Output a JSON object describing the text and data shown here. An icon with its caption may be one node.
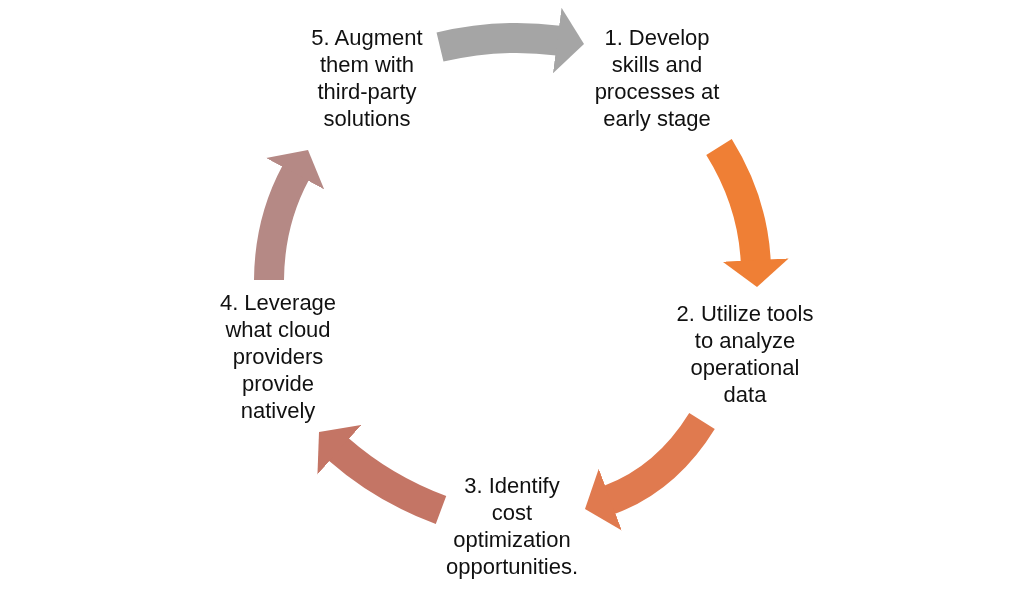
{
  "diagram": {
    "nodes": [
      {
        "text": [
          "1. Develop skills and processes at early stage"
        ]
      },
      {
        "text": [
          "2. Utilize tools to analyze operational data"
        ]
      },
      {
        "text": [
          "3. Identify cost optimization opportunities."
        ]
      },
      {
        "text": [
          "4. Leverage what cloud providers provide natively"
        ]
      },
      {
        "text": [
          "5. Augment them with third-party solutions"
        ]
      }
    ],
    "edges": [
      {
        "from": 4,
        "to": 0,
        "arrow": "to",
        "color": "#a5a5a5"
      },
      {
        "from": 0,
        "to": 1,
        "arrow": "to",
        "color": "#ef7f35"
      },
      {
        "from": 1,
        "to": 2,
        "arrow": "to",
        "color": "#e07a4f"
      },
      {
        "from": 2,
        "to": 3,
        "arrow": "to",
        "color": "#c47565"
      },
      {
        "from": 3,
        "to": 4,
        "arrow": "to",
        "color": "#b58985"
      }
    ]
  }
}
